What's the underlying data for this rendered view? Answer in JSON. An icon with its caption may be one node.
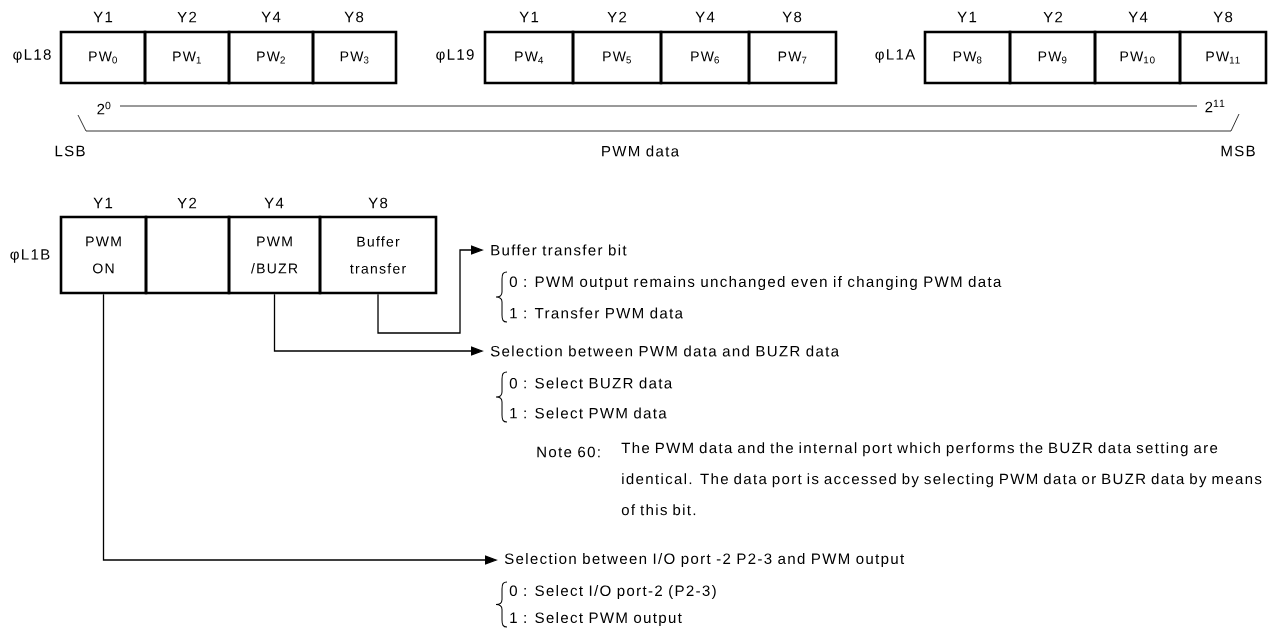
{
  "diagram": {
    "nodes": [
      {
        "text": [
          "PW$_{0}$"
        ]
      },
      {
        "text": [
          "PW$_{1}$"
        ]
      },
      {
        "text": [
          "PW$_{2}$"
        ]
      },
      {
        "text": [
          "PW$_{3}$"
        ]
      },
      {
        "text": [
          "PW$_{4}$"
        ]
      },
      {
        "text": [
          "PW$_{5}$"
        ]
      },
      {
        "text": [
          "PW$_{6}$"
        ]
      },
      {
        "text": [
          "PW$_{7}$"
        ]
      },
      {
        "text": [
          "PW$_{8}$"
        ]
      },
      {
        "text": [
          "PW$_{9}$"
        ]
      },
      {
        "text": [
          "PW$_{10}$"
        ]
      },
      {
        "text": [
          "PW$_{11}$"
        ]
      },
      {
        "text": [
          "PWM ON"
        ]
      },
      {
        "text": [],
        "shape": "box"
      },
      {
        "text": [
          "PWM /BUZR"
        ]
      },
      {
        "text": [
          "Buffer transfer"
        ]
      },
      {
        "text": [
          "Buffer transfer bit"
        ]
      },
      {
        "text": [
          "Selection between PWM data and BUZR data"
        ]
      },
      {
        "text": [
          "Selection between I/O port -2 P2-3 and PWM output"
        ]
      }
    ],
    "edges": [
      {
        "from": 15,
        "to": 16,
        "arrow": "to"
      },
      {
        "from": 14,
        "to": 17,
        "arrow": "to"
      },
      {
        "from": 12,
        "to": 18,
        "arrow": "to"
      }
    ],
    "labels": [
      "Y1",
      "Y2",
      "Y4",
      "Y8",
      "Y1",
      "Y2",
      "Y4",
      "Y8",
      "Y1",
      "Y2",
      "Y4",
      "Y8",
      "φL18",
      "φL19",
      "φL1A",
      "2$^{0}$",
      "2$^{11}$",
      "LSB",
      "PWM data",
      "MSB",
      "Y1",
      "Y2",
      "Y4",
      "Y8",
      "φL1B",
      "0 : PWM output remains unchanged even if changing PWM data",
      "1 : Transfer PWM data",
      "0 : Select BUZR data",
      "1 : Select PWM data",
      "Note 60:",
      "The PWM data and the internal port which performs the BUZR data setting are identical. The data port is accessed by selecting PWM data or BUZR data by means of this bit.",
      "0 : Select I/O port-2 (P2-3)",
      "1 : Select PWM output"
    ]
  }
}
